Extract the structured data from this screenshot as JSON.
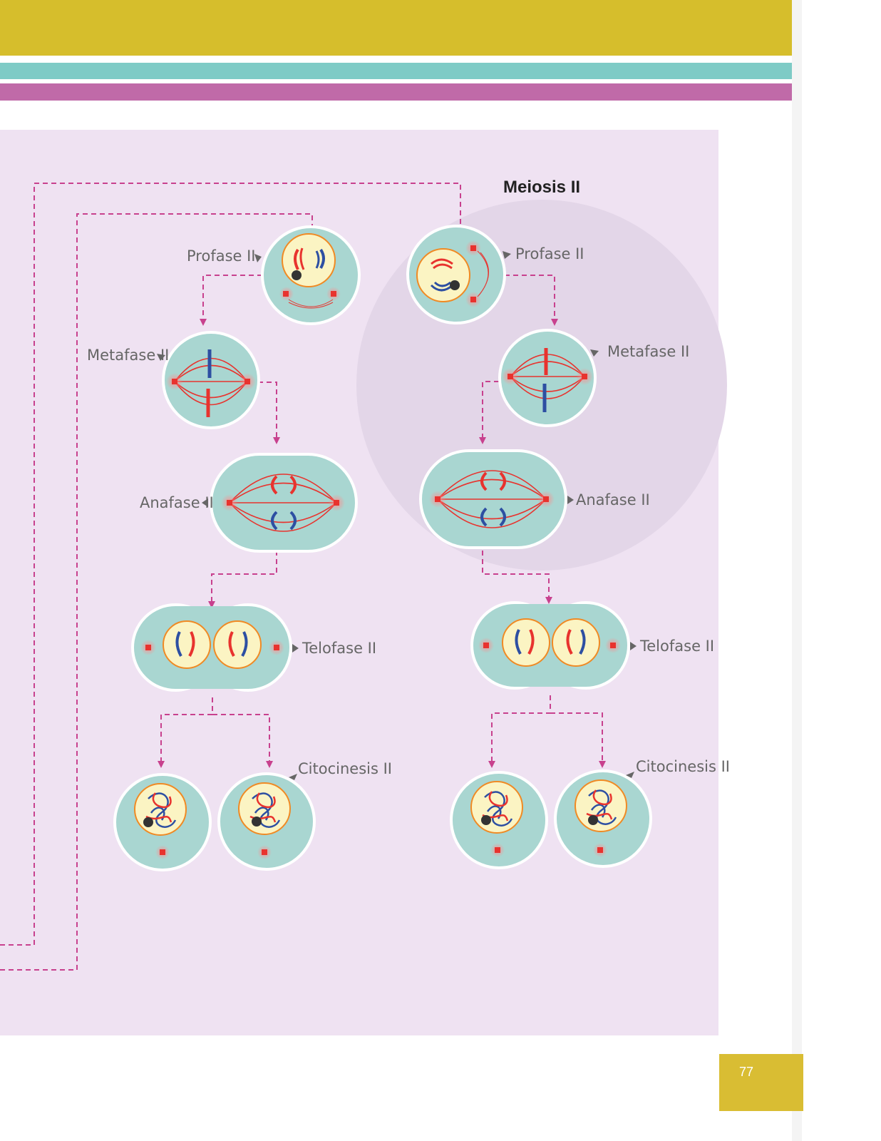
{
  "colors": {
    "top_band": "#d6be2c",
    "teal_band": "#7ecbc6",
    "magenta_band": "#c06aa8",
    "panel": "#efe2f2",
    "cell": "#a9d6d1",
    "nucleus": "#fbf4c3",
    "chromosome_a": "#e8332e",
    "chromosome_b": "#2d4fa2",
    "arrow": "#c8418e",
    "page_badge": "#d9bd33"
  },
  "title": "Meiosis II",
  "page_number": "77",
  "left_column": {
    "stages": [
      "Profase II",
      "Metafase II",
      "Anafase II",
      "Telofase II",
      "Citocinesis II"
    ]
  },
  "right_column": {
    "stages": [
      "Profase II",
      "Metafase II",
      "Anafase II",
      "Telofase II",
      "Citocinesis II"
    ]
  }
}
